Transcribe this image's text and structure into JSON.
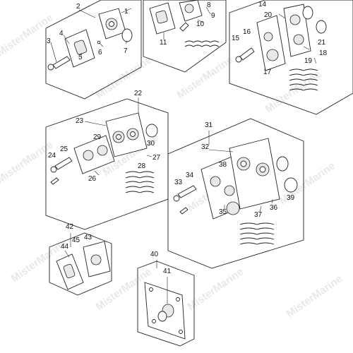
{
  "watermark": "MisterMarine",
  "callouts": {
    "c1": "1",
    "c2": "2",
    "c3": "3",
    "c4": "4",
    "c5": "5",
    "c6": "6",
    "c7": "7",
    "c8": "8",
    "c9": "9",
    "c10": "10",
    "c11": "11",
    "c14": "14",
    "c15": "15",
    "c16": "16",
    "c17": "17",
    "c18": "18",
    "c19": "19",
    "c20": "20",
    "c21": "21",
    "c22": "22",
    "c23": "23",
    "c24": "24",
    "c25": "25",
    "c26": "26",
    "c27": "27",
    "c28": "28",
    "c29": "29",
    "c30": "30",
    "c31": "31",
    "c32": "32",
    "c33": "33",
    "c34": "34",
    "c35": "35",
    "c36": "36",
    "c37": "37",
    "c38": "38",
    "c39": "39",
    "c40": "40",
    "c41": "41",
    "c42": "42",
    "c43": "43",
    "c44": "44",
    "c45": "45"
  }
}
